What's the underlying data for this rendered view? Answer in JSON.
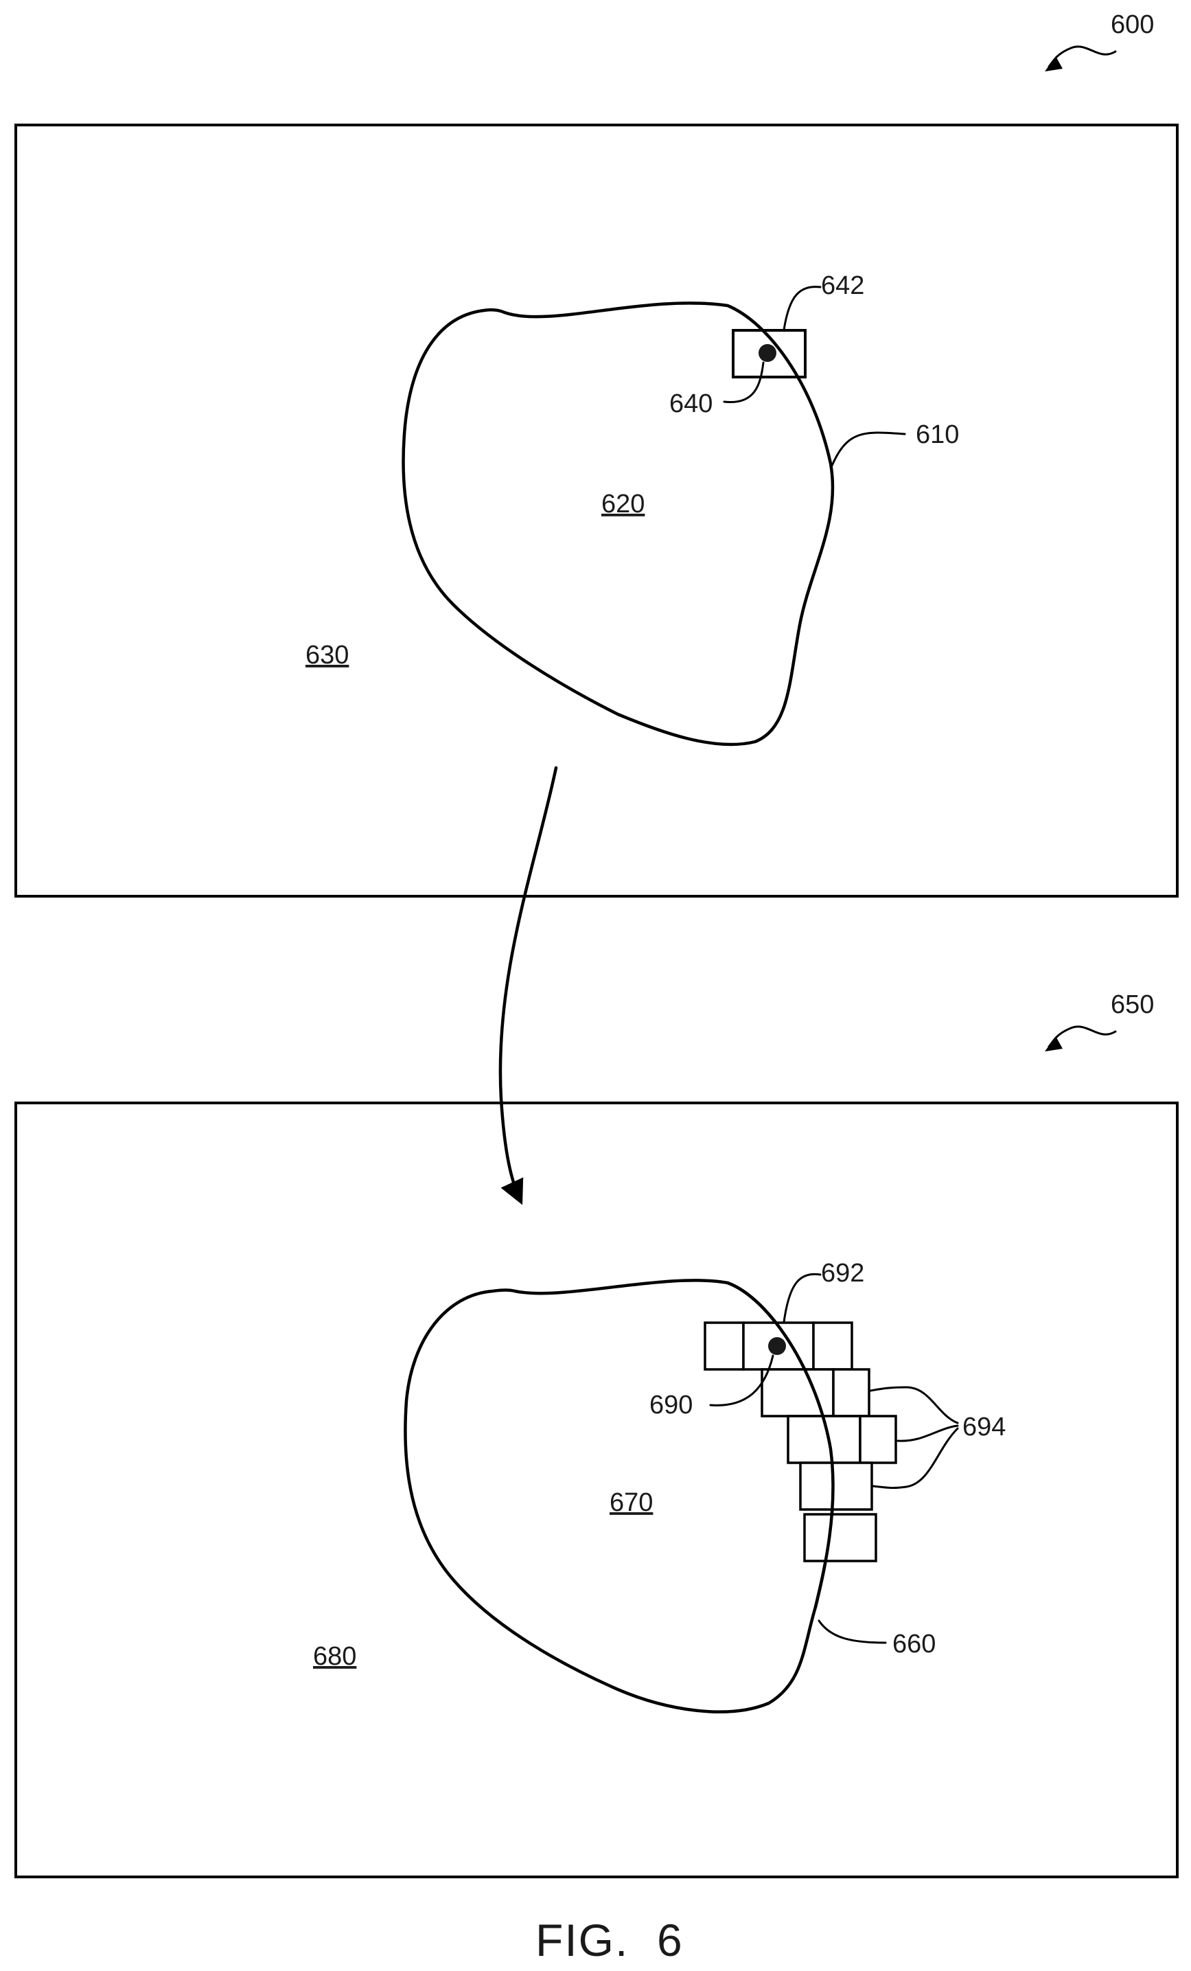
{
  "figure": {
    "caption": "FIG.  6"
  },
  "top_panel": {
    "ref": "600",
    "boundary_label": "610",
    "inside_label": "620",
    "outside_label": "630",
    "point_label": "640",
    "window_label": "642"
  },
  "bottom_panel": {
    "ref": "650",
    "boundary_label": "660",
    "inside_label": "670",
    "outside_label": "680",
    "point_label": "690",
    "window_label": "692",
    "neighbors_label": "694"
  }
}
